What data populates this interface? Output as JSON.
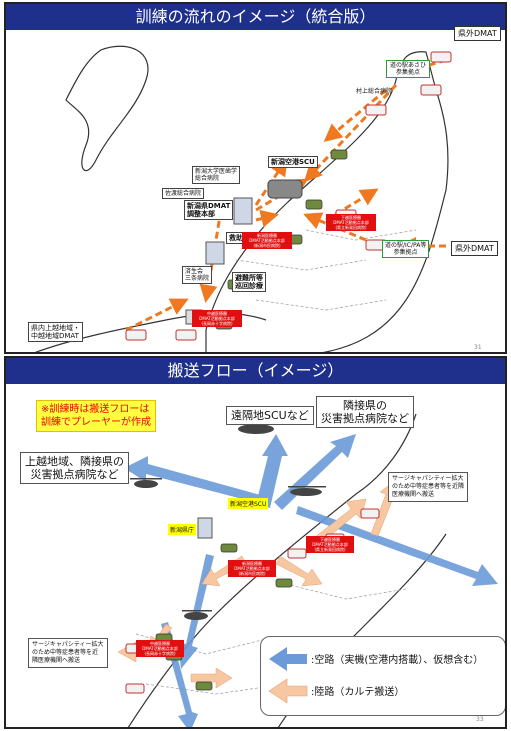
{
  "panel1": {
    "title": "訓練の流れのイメージ（統合版）",
    "page": "31",
    "labels": {
      "pref_dmat_outside_top": "県外DMAT",
      "pref_dmat_outside_mid": "県外DMAT",
      "michinoeki": "道の駅あさひ\n参集拠点",
      "murakami": "村上総合病院",
      "niigata_uni": "新潟大学医歯学\n総合病院",
      "airport_scu": "新潟空港SCU",
      "sado": "佐渡総合病院",
      "dmat_hq": "新潟県DMAT\n調整本部",
      "kyuen": "救助現場",
      "saiseikai": "済生会\n三条病院",
      "hinanjo": "避難所等\n巡回診療",
      "joetsu": "県内上越地域・\n中越地域DMAT",
      "michinoeki2": "道の駅/IC/PA等\n参集拠点",
      "red_hq": "中越医療圏\nDMAT活動拠点本部\n(長岡赤十字病院)",
      "red_a": "下越医療圏\nDMAT活動拠点本部\n(県立新発田病院)",
      "red_b": "新潟医療圏\nDMAT活動拠点本部\n(新潟市民病院)"
    }
  },
  "panel2": {
    "title": "搬送フロー（イメージ）",
    "page": "33",
    "warning": "※訓練時は搬送フローは\n訓練でプレーヤーが作成",
    "labels": {
      "remote_scu": "遠隔地SCUなど",
      "neighbor_pref": "隣接県の\n災害拠点病院など",
      "joetsu_neighbor": "上越地域、隣接県の\n災害拠点病院など",
      "airport_scu": "新潟空港SCU",
      "pref_office": "新潟県庁",
      "surge_right": "サージキャパシティー拡大\nのため中等症患者等を近隣\n医療機関へ搬送",
      "surge_left": "サージキャパシティー拡大\nのため中等症患者等を近\n隣医療機関へ搬送",
      "red_a": "下越医療圏\nDMAT活動拠点本部\n(県立新発田病院)",
      "red_b": "新潟医療圏\nDMAT活動拠点本部\n(新潟市民病院)",
      "red_c": "中越医療圏\nDMAT活動拠点本部\n(長岡赤十字病院)"
    },
    "legend": {
      "air": ":空路（実機(空港内搭載）、仮想含む）",
      "land": ":陸路（カルテ搬送）"
    }
  },
  "colors": {
    "title_bg": "#1e2f8c",
    "dash_arrow": "#f07820",
    "red_box": "#e01010",
    "air_arrow": "#6b9ad8",
    "land_arrow": "#f6c7a0",
    "land": "#ffffff",
    "sea": "#ffffff"
  }
}
